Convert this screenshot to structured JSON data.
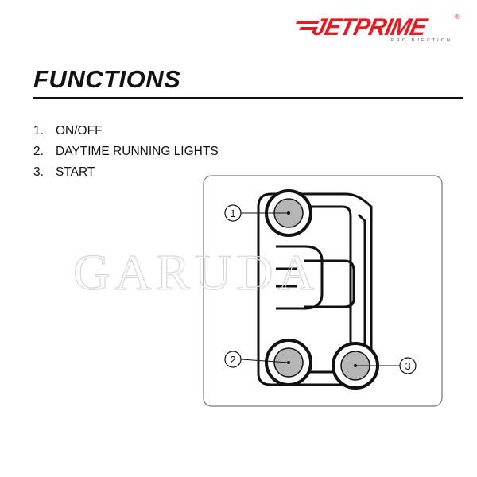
{
  "brand": {
    "logo_text": "JETPRIME",
    "tagline": "PRO NJECTION",
    "registered": "®",
    "color": "#e31b23"
  },
  "page": {
    "title": "FUNCTIONS"
  },
  "functions": [
    {
      "number": "1.",
      "label": "ON/OFF"
    },
    {
      "number": "2.",
      "label": "DAYTIME RUNNING LIGHTS"
    },
    {
      "number": "3.",
      "label": "START"
    }
  ],
  "diagram": {
    "callouts": [
      "1",
      "2",
      "3"
    ]
  },
  "watermark": {
    "text": "GARUDA"
  }
}
